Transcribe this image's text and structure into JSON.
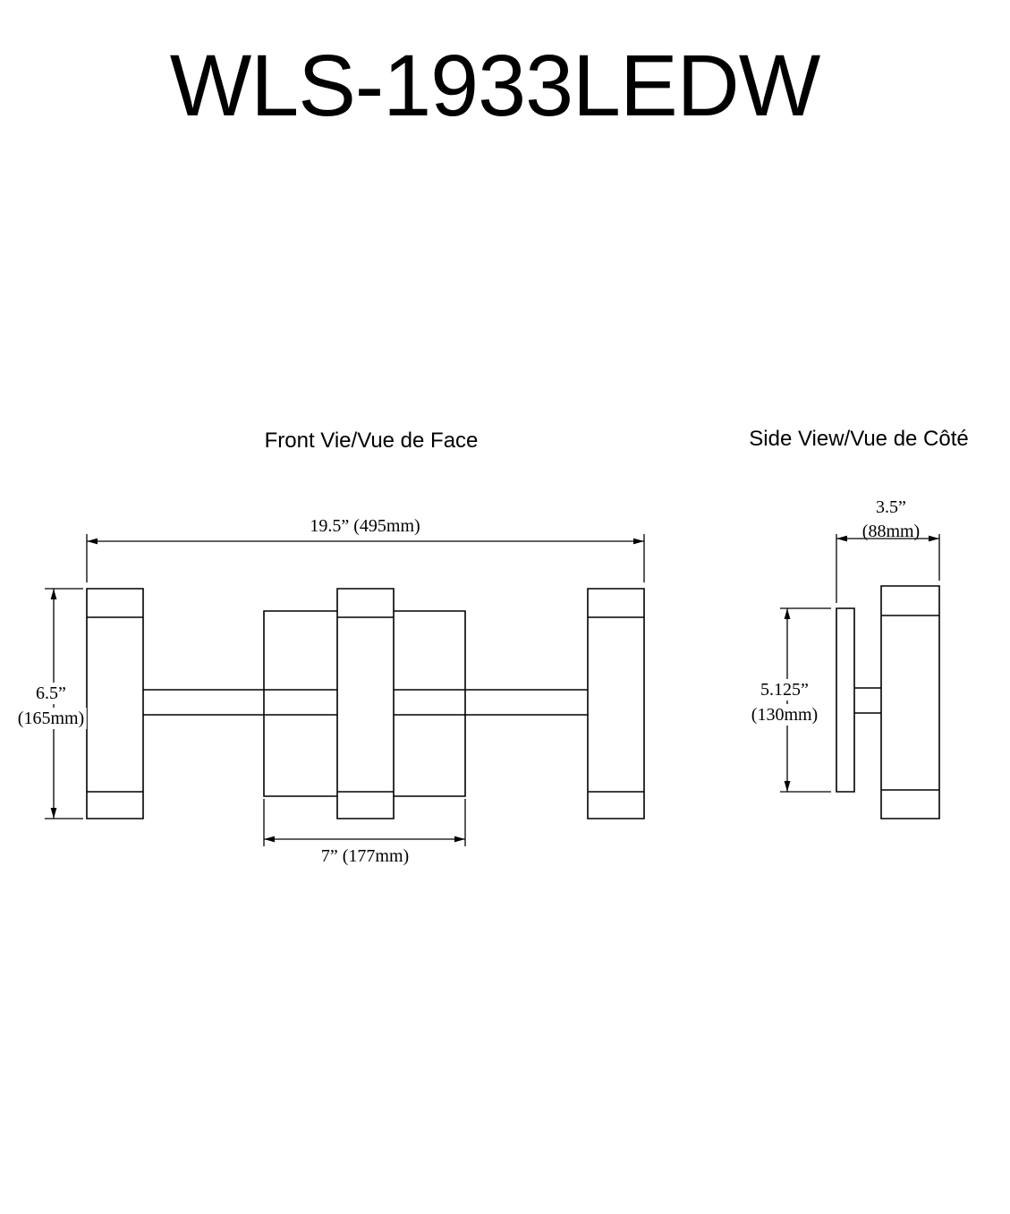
{
  "title": "WLS-1933LEDW",
  "front_view": {
    "label": "Front Vie/Vue de Face",
    "dimensions": {
      "overall_width": "19.5” (495mm)",
      "height_in": "6.5”",
      "height_mm": "(165mm)",
      "backplate_width": "7” (177mm)"
    }
  },
  "side_view": {
    "label": "Side View/Vue de Côté",
    "dimensions": {
      "depth_in": "3.5”",
      "depth_mm": "(88mm)",
      "backplate_height_in": "5.125”",
      "backplate_height_mm": "(130mm)"
    }
  },
  "colors": {
    "line": "#000000",
    "background": "#ffffff"
  }
}
